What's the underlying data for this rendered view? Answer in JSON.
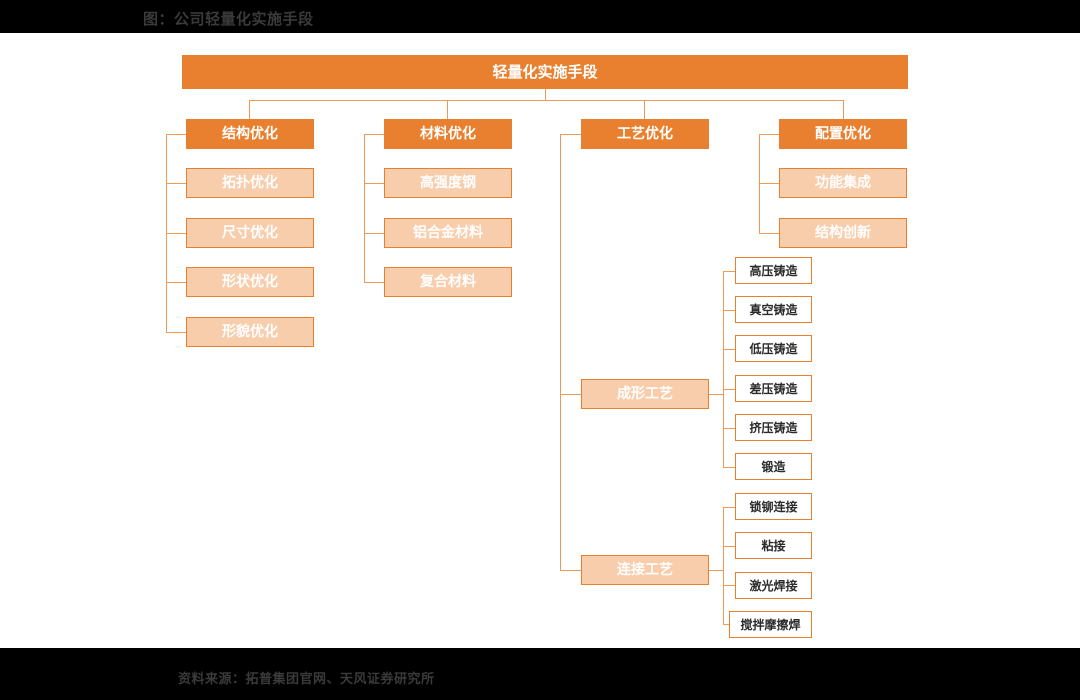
{
  "header": {
    "title": "图：公司轻量化实施手段"
  },
  "footer": {
    "source": "资料来源：拓普集团官网、天风证券研究所"
  },
  "colors": {
    "accent": "#E8802F",
    "accent_light": "#F8CDAC",
    "connector": "#EE9A58",
    "bar": "#000000",
    "text_dark": "#3a3a3a",
    "text_light": "#ffffff"
  },
  "diagram": {
    "type": "tree",
    "root": "轻量化实施手段",
    "branches": [
      {
        "label": "结构优化",
        "children": [
          {
            "label": "拓扑优化"
          },
          {
            "label": "尺寸优化"
          },
          {
            "label": "形状优化"
          },
          {
            "label": "形貌优化"
          }
        ]
      },
      {
        "label": "材料优化",
        "children": [
          {
            "label": "高强度钢"
          },
          {
            "label": "铝合金材料"
          },
          {
            "label": "复合材料"
          }
        ]
      },
      {
        "label": "工艺优化",
        "children": [
          {
            "label": "成形工艺",
            "children": [
              {
                "label": "高压铸造"
              },
              {
                "label": "真空铸造"
              },
              {
                "label": "低压铸造"
              },
              {
                "label": "差压铸造"
              },
              {
                "label": "挤压铸造"
              },
              {
                "label": "锻造"
              }
            ]
          },
          {
            "label": "连接工艺",
            "children": [
              {
                "label": "锁铆连接"
              },
              {
                "label": "粘接"
              },
              {
                "label": "激光焊接"
              },
              {
                "label": "搅拌摩擦焊"
              }
            ]
          }
        ]
      },
      {
        "label": "配置优化",
        "children": [
          {
            "label": "功能集成"
          },
          {
            "label": "结构创新"
          }
        ]
      }
    ]
  }
}
